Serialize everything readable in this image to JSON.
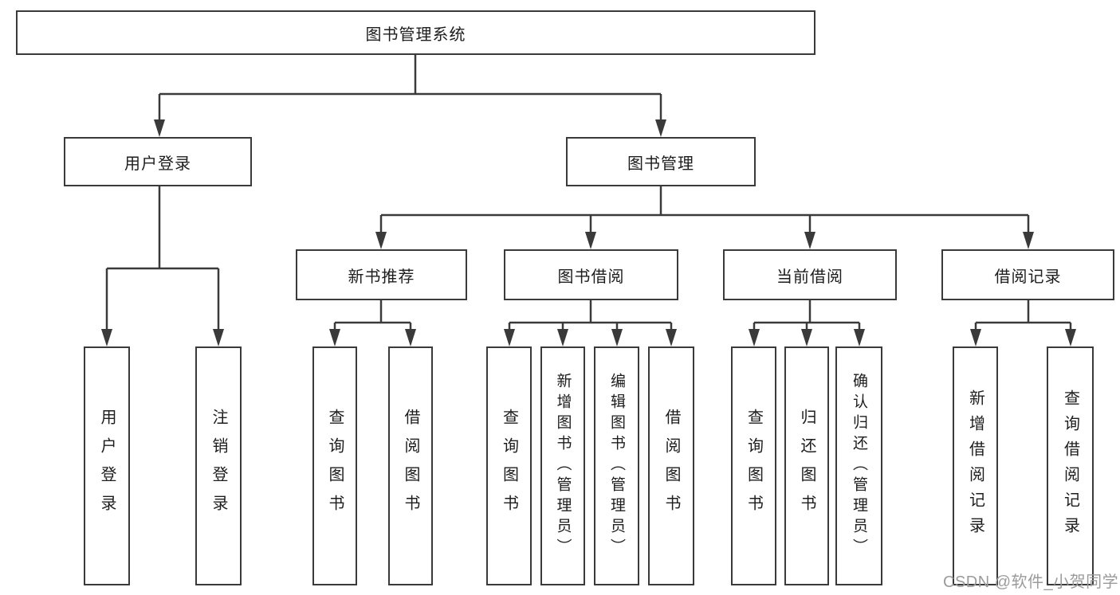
{
  "diagram": {
    "type": "hierarchy-tree",
    "title": "图书管理系统",
    "nodes": {
      "root": "图书管理系统",
      "user_login": "用户登录",
      "book_mgmt": "图书管理",
      "new_book_rec": "新书推荐",
      "book_borrow": "图书借阅",
      "current_borrow": "当前借阅",
      "borrow_records": "借阅记录",
      "c_user_login": "用户登录",
      "c_logout": "注销登录",
      "c_query_book_1": "查询图书",
      "c_borrow_book_1": "借阅图书",
      "c_query_book_2": "查询图书",
      "c_add_book": "新增图书（管理员）",
      "c_edit_book": "编辑图书（管理员）",
      "c_borrow_book_2": "借阅图书",
      "c_query_book_3": "查询图书",
      "c_return_book": "归还图书",
      "c_confirm_return": "确认归还（管理员）",
      "c_add_record": "新增借阅记录",
      "c_query_record": "查询借阅记录"
    },
    "tree": {
      "label": "图书管理系统",
      "children": [
        {
          "label": "用户登录",
          "children": [
            {
              "label": "用户登录"
            },
            {
              "label": "注销登录"
            }
          ]
        },
        {
          "label": "图书管理",
          "children": [
            {
              "label": "新书推荐",
              "children": [
                {
                  "label": "查询图书"
                },
                {
                  "label": "借阅图书"
                }
              ]
            },
            {
              "label": "图书借阅",
              "children": [
                {
                  "label": "查询图书"
                },
                {
                  "label": "新增图书（管理员）"
                },
                {
                  "label": "编辑图书（管理员）"
                },
                {
                  "label": "借阅图书"
                }
              ]
            },
            {
              "label": "当前借阅",
              "children": [
                {
                  "label": "查询图书"
                },
                {
                  "label": "归还图书"
                },
                {
                  "label": "确认归还（管理员）"
                }
              ]
            },
            {
              "label": "借阅记录",
              "children": [
                {
                  "label": "新增借阅记录"
                },
                {
                  "label": "查询借阅记录"
                }
              ]
            }
          ]
        }
      ]
    },
    "watermark": "CSDN @软件_小贺同学",
    "colors": {
      "background": "#ffffff",
      "box_fill": "#ffffff",
      "box_border": "#3a3a3a",
      "line": "#3a3a3a",
      "text": "#1d1d1d",
      "watermark": "#9b9b9b"
    }
  }
}
